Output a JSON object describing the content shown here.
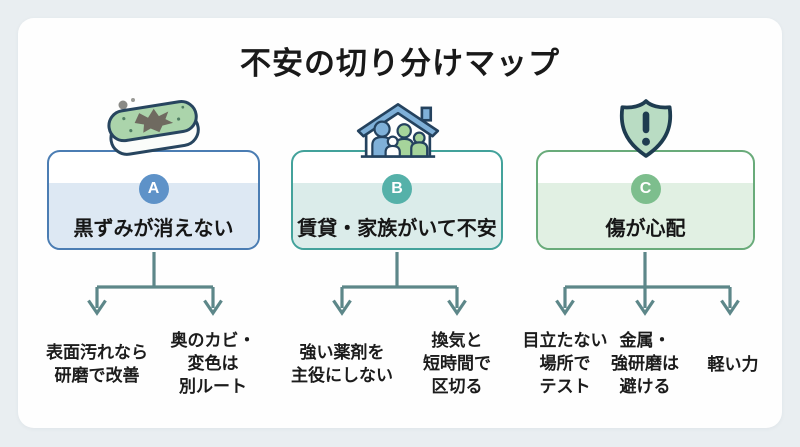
{
  "title": "不安の切り分けマップ",
  "connector_color": "#5d8789",
  "columns": [
    {
      "badge": "A",
      "title": "黒ずみが消えない",
      "icon": "sponge-stain-icon",
      "border_color": "#4b7db3",
      "fill_color": "#dde8f3",
      "badge_color": "#5e92c8",
      "branches": {
        "left": "表面汚れなら\n研磨で改善",
        "right": "奥のカビ・\n変色は\n別ルート"
      }
    },
    {
      "badge": "B",
      "title": "賃貸・家族がいて不安",
      "icon": "house-family-icon",
      "border_color": "#43a29b",
      "fill_color": "#dbecea",
      "badge_color": "#55b1a9",
      "branches": {
        "left": "強い薬剤を\n主役にしない",
        "right": "換気と\n短時間で\n区切る"
      }
    },
    {
      "badge": "C",
      "title": "傷が心配",
      "icon": "shield-alert-icon",
      "border_color": "#69ab7a",
      "fill_color": "#e1f0e3",
      "badge_color": "#7dbe8d",
      "branches": {
        "left": "目立たない\n場所で\nテスト",
        "middle": "金属・\n強研磨は\n避ける",
        "right": "軽い力"
      }
    }
  ]
}
